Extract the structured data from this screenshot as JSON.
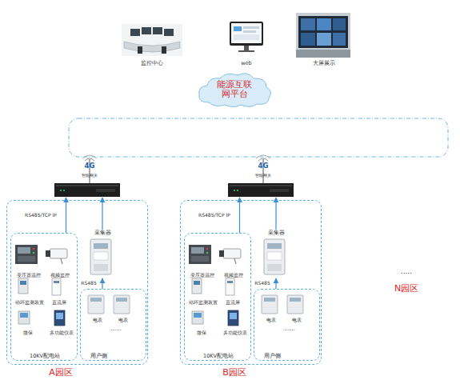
{
  "diagram": {
    "nodes": [
      {
        "text": [
          "监控中心"
        ]
      },
      {
        "text": [
          "web"
        ]
      },
      {
        "text": [
          "大屏展示"
        ]
      },
      {
        "text": [
          "能源互联 网平台"
        ]
      },
      {
        "text": [
          "4G",
          "智能网关"
        ]
      },
      {
        "text": [
          "A园区"
        ]
      },
      {
        "text": [
          "采集器"
        ],
        "in": 5
      },
      {
        "text": [
          "10KV配电站"
        ],
        "in": 5
      },
      {
        "text": [
          "变压器温控"
        ],
        "in": 7
      },
      {
        "text": [
          "视频监控"
        ],
        "in": 7
      },
      {
        "text": [
          "动环监测装置"
        ],
        "in": 7
      },
      {
        "text": [
          "直流屏"
        ],
        "in": 7
      },
      {
        "text": [
          "微保"
        ],
        "in": 7
      },
      {
        "text": [
          "多功能仪表"
        ],
        "in": 7
      },
      {
        "text": [
          "用户侧"
        ],
        "in": 5
      },
      {
        "text": [
          "电表"
        ],
        "in": 14
      },
      {
        "text": [
          "电表"
        ],
        "in": 14
      },
      {
        "text": [
          "4G",
          "智能网关"
        ]
      },
      {
        "text": [
          "B园区"
        ]
      },
      {
        "text": [
          "采集器"
        ],
        "in": 18
      },
      {
        "text": [
          "10KV配电站"
        ],
        "in": 18
      },
      {
        "text": [
          "变压器温控"
        ],
        "in": 20
      },
      {
        "text": [
          "视频监控"
        ],
        "in": 20
      },
      {
        "text": [
          "动环监测装置"
        ],
        "in": 20
      },
      {
        "text": [
          "直流屏"
        ],
        "in": 20
      },
      {
        "text": [
          "微保"
        ],
        "in": 20
      },
      {
        "text": [
          "多功能仪表"
        ],
        "in": 20
      },
      {
        "text": [
          "用户侧"
        ],
        "in": 18
      },
      {
        "text": [
          "电表"
        ],
        "in": 27
      },
      {
        "text": [
          "电表"
        ],
        "in": 27
      }
    ],
    "edges": [
      {
        "from": 7,
        "to": 4,
        "arrow": "to"
      },
      {
        "from": 6,
        "to": 4,
        "arrow": "to"
      },
      {
        "from": 14,
        "to": 6,
        "arrow": "to"
      },
      {
        "from": 20,
        "to": 17,
        "arrow": "to"
      },
      {
        "from": 19,
        "to": 17,
        "arrow": "to"
      },
      {
        "from": 27,
        "to": 19,
        "arrow": "to"
      }
    ],
    "labels": [
      "RS485/TCP IP",
      "RS485",
      "......",
      "RS485/TCP IP",
      "RS485",
      "......",
      ".....",
      "N园区"
    ]
  }
}
